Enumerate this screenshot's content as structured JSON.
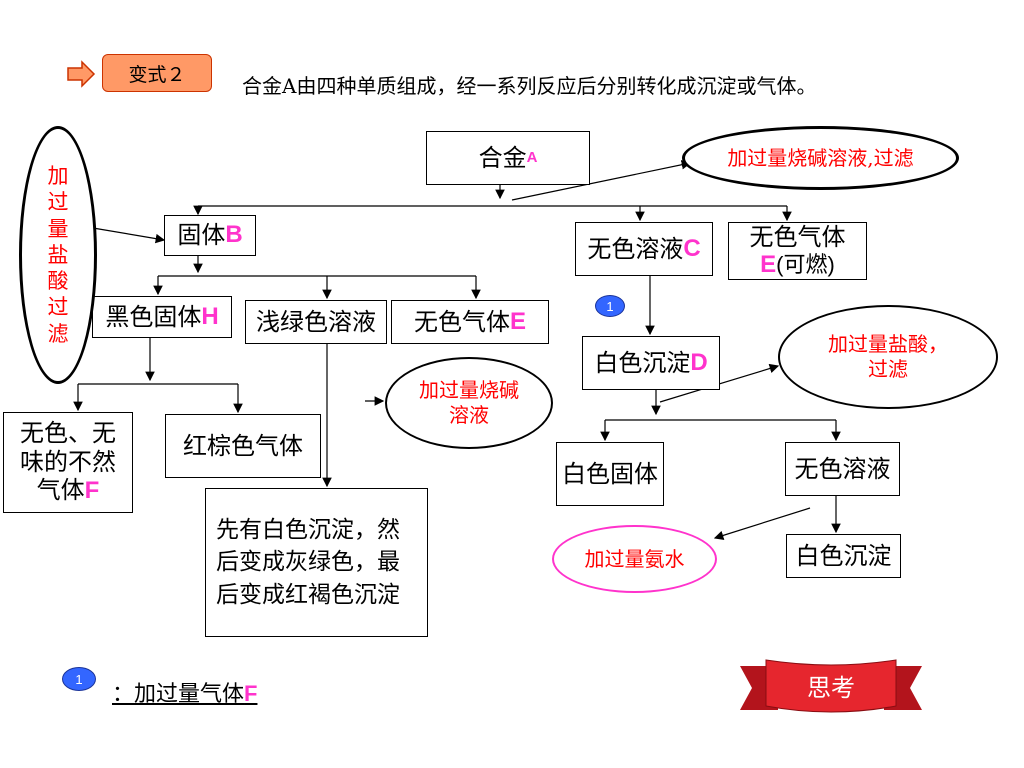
{
  "header": {
    "tag_label": "变式２",
    "question": "合金A由四种单质组成，经一系列反应后分别转化成沉淀或气体。"
  },
  "nodes": {
    "alloy": {
      "text": "合金",
      "mark": "A"
    },
    "solid_b": {
      "text": "固体",
      "mark": "B"
    },
    "black_solid_h": {
      "text": "黑色固体",
      "mark": "H"
    },
    "light_green_solution": {
      "text": "浅绿色溶液"
    },
    "gas_e_left": {
      "text": "无色气体",
      "mark": "E"
    },
    "solution_c": {
      "text": "无色溶液",
      "mark": "C"
    },
    "gas_e_right": {
      "text": "无色气体",
      "mark": "E",
      "suffix": "(可燃)"
    },
    "gas_f": {
      "text": "无色、无味的不然气体",
      "mark": "F"
    },
    "red_brown_gas": {
      "text": "红棕色气体"
    },
    "precipitate_desc": {
      "text": "先有白色沉淀，然后变成灰绿色，最后变成红褐色沉淀"
    },
    "white_precip_d": {
      "text": "白色沉淀",
      "mark": "D"
    },
    "white_solid": {
      "text": "白色固体"
    },
    "colorless_solution": {
      "text": "无色溶液"
    },
    "white_precip": {
      "text": "白色沉淀"
    }
  },
  "reagents": {
    "naoh_filter": "加过量烧碱溶液,过滤",
    "hcl_filter_vertical": "加过量盐酸过滤",
    "naoh": "加过量烧碱溶液",
    "hcl_filter": "加过量盐酸，过滤",
    "ammonia": "加过量氨水"
  },
  "footnote": {
    "badge": "1",
    "text_prefix": "：加过量气体",
    "mark": "F"
  },
  "step_badge": "1",
  "think_button": "思考",
  "colors": {
    "mark": "#ff33cc",
    "reagent_text": "#ff0000",
    "tag_bg": "#ff9966",
    "think_bg": "#e6262e",
    "badge": "#3366ff",
    "ammonia_border": "#ff33cc"
  }
}
